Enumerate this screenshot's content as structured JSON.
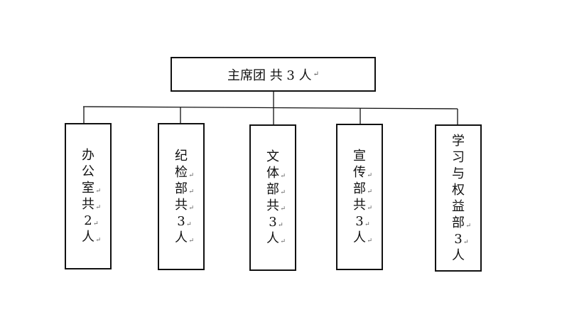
{
  "top": {
    "text": "主席团 共 3 人",
    "mark": "↵"
  },
  "departments": [
    {
      "lines": [
        "办",
        "公",
        "室",
        "共",
        "2",
        "人"
      ],
      "marks": [
        false,
        false,
        true,
        true,
        true,
        true
      ]
    },
    {
      "lines": [
        "纪",
        "检",
        "部",
        "共",
        "3",
        "人"
      ],
      "marks": [
        false,
        true,
        true,
        true,
        true,
        true
      ]
    },
    {
      "lines": [
        "文",
        "体",
        "部",
        "共",
        "3",
        "人"
      ],
      "marks": [
        false,
        true,
        true,
        true,
        true,
        true
      ]
    },
    {
      "lines": [
        "宣",
        "传",
        "部",
        "共",
        "3",
        "人"
      ],
      "marks": [
        false,
        true,
        true,
        true,
        true,
        true
      ]
    },
    {
      "lines": [
        "学",
        "习",
        "与",
        "权",
        "益",
        "部",
        "3",
        "人"
      ],
      "marks": [
        false,
        false,
        false,
        false,
        false,
        true,
        true,
        false
      ]
    }
  ],
  "mark": "↵"
}
